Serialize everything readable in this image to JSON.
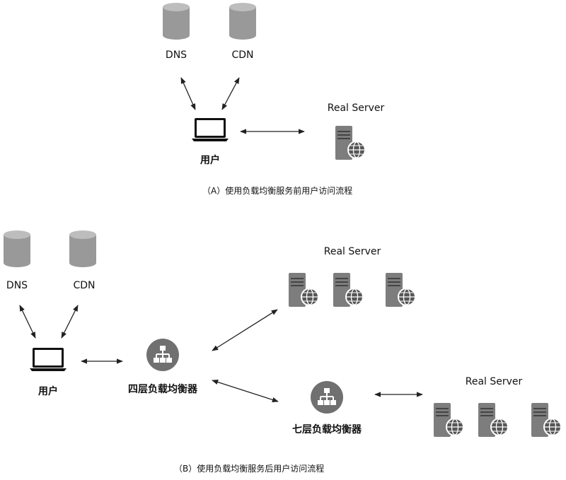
{
  "panel_a": {
    "dns_label": "DNS",
    "cdn_label": "CDN",
    "user_label": "用户",
    "server_label": "Real Server",
    "caption": "（A）使用负载均衡服务前用户访问流程"
  },
  "panel_b": {
    "dns_label": "DNS",
    "cdn_label": "CDN",
    "user_label": "用户",
    "l4_label": "四层负载均衡器",
    "l7_label": "七层负载均衡器",
    "server_group_top_label": "Real Server",
    "server_group_right_label": "Real Server",
    "caption": "（B）使用负载均衡服务后用户访问流程"
  },
  "colors": {
    "icon_fill": "#8c8c8c",
    "icon_dark": "#6f6f6f",
    "globe": "#555555",
    "line": "#222222"
  }
}
